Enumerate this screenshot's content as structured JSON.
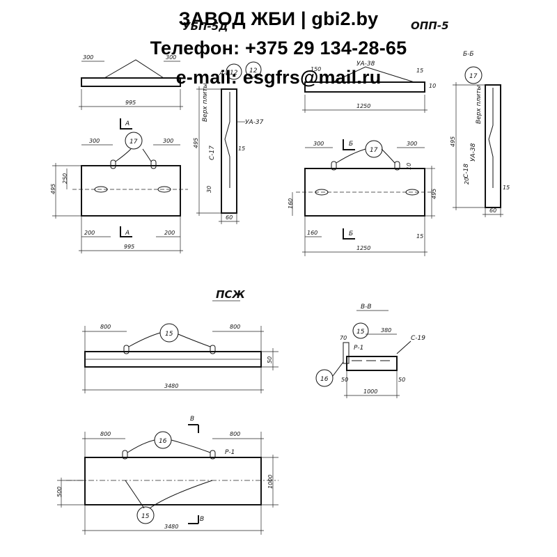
{
  "header": {
    "line1": "ЗАВОД ЖБИ | gbi2.by",
    "line2": "Телефон: +375 29 134-28-65",
    "line3": "e-mail: esgfrs@mail.ru"
  },
  "drawings": {
    "top_left": {
      "code": "УБП-5Д",
      "overall": "995",
      "left_offset": "300",
      "right_offset": "300",
      "bottom_left": "200",
      "bottom_right": "200",
      "height": "495",
      "height_inner": "250",
      "callout": "17",
      "section_mark": "А"
    },
    "section_a": {
      "title": "А-А",
      "callout": "12",
      "label_ua": "УА-37",
      "label_c": "С-17",
      "label_wire": "Верх плиты",
      "height": "495",
      "dim_15": "15",
      "dim_30": "30",
      "width": "60"
    },
    "top_right": {
      "code": "ОПП-5",
      "overall": "1250",
      "left_offset": "300",
      "right_offset": "300",
      "bottom_left": "160",
      "height": "495",
      "height_inner": "160",
      "callout_top": "12",
      "callout": "17",
      "label_ua": "УА-38",
      "dim_150": "150",
      "dim_10": "10",
      "dim_15": "15",
      "section_mark": "Б"
    },
    "section_b": {
      "title": "Б-Б",
      "callout": "17",
      "label_ua": "УА-38",
      "label_wire": "Верх плиты",
      "label_c": "С-18",
      "height": "495",
      "dim_20": "20",
      "dim_15": "15",
      "width": "60"
    },
    "psj": {
      "title": "ПСЖ",
      "left_offset": "800",
      "right_offset": "800",
      "overall": "3480",
      "callout": "15",
      "thickness": "50"
    },
    "section_v": {
      "title": "В-В",
      "callout_top": "15",
      "callout_left": "16",
      "dim_top": "380",
      "label_c": "С-19",
      "label_p": "Р-1",
      "dim_left": "70",
      "dim_50_left": "50",
      "dim_50_right": "50",
      "width": "1000"
    },
    "plan": {
      "left_offset": "800",
      "right_offset": "800",
      "overall": "3480",
      "width": "1000",
      "half_width": "500",
      "callout_top": "16",
      "callout_bottom": "15",
      "section_mark": "В",
      "label_r": "Р-1"
    }
  }
}
